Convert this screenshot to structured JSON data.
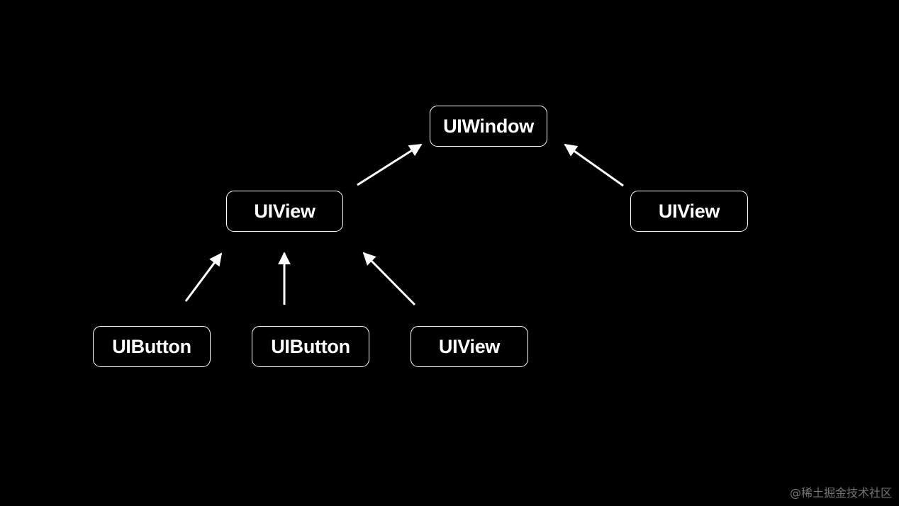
{
  "diagram": {
    "nodes": {
      "uiwindow": "UIWindow",
      "uiview_left": "UIView",
      "uiview_right": "UIView",
      "uibutton_1": "UIButton",
      "uibutton_2": "UIButton",
      "uiview_bottom": "UIView"
    },
    "edges": [
      {
        "from": "uiview_left",
        "to": "uiwindow"
      },
      {
        "from": "uiview_right",
        "to": "uiwindow"
      },
      {
        "from": "uibutton_1",
        "to": "uiview_left"
      },
      {
        "from": "uibutton_2",
        "to": "uiview_left"
      },
      {
        "from": "uiview_bottom",
        "to": "uiview_left"
      }
    ],
    "colors": {
      "background": "#000000",
      "foreground": "#ffffff"
    }
  },
  "watermark": {
    "text": "@稀土掘金技术社区"
  }
}
